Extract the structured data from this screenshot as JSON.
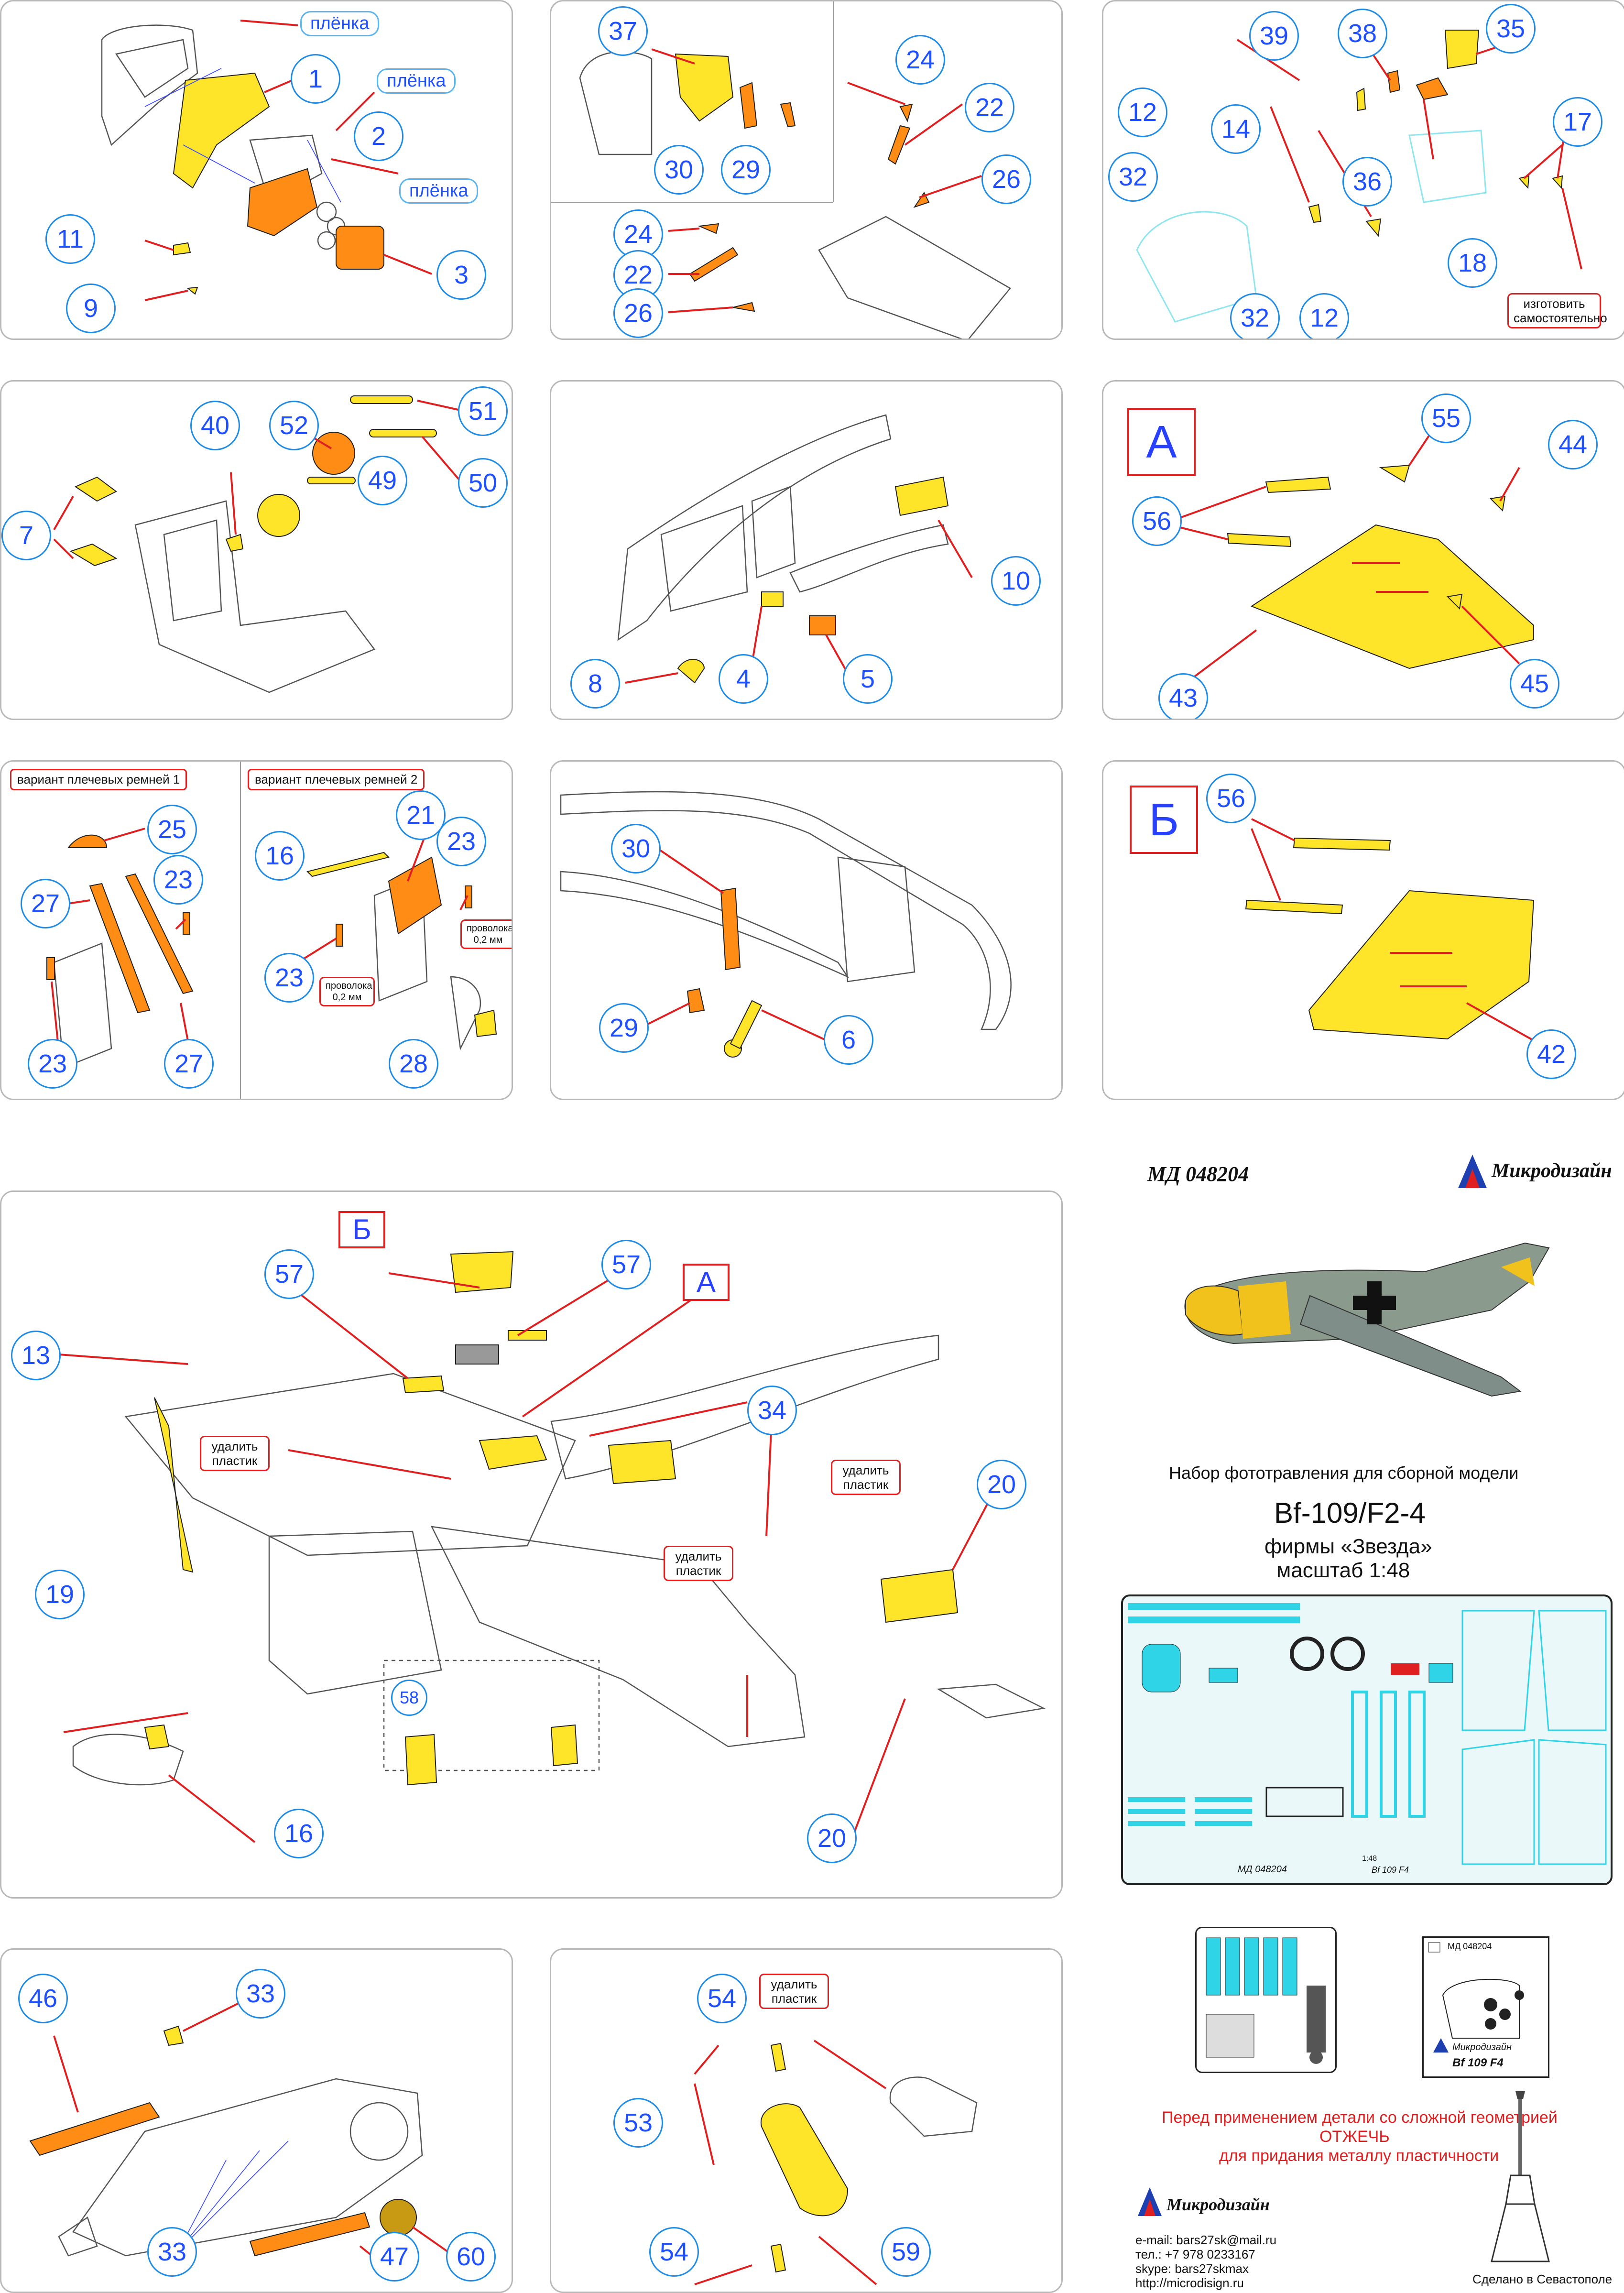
{
  "film_label": "плёнка",
  "remove_plastic": "удалить пластик",
  "self_made": "изготовить самостоятельно",
  "wire": "проволока 0,2 мм",
  "variant1": "вариант плечевых ремней 1",
  "variant2": "вариант плечевых ремней 2",
  "letter_a": "A",
  "letter_b": "Б",
  "panel1": {
    "nums": [
      "1",
      "2",
      "3",
      "9",
      "11"
    ]
  },
  "panel2": {
    "nums": [
      "37",
      "30",
      "29",
      "24",
      "22",
      "26",
      "24",
      "22",
      "26"
    ]
  },
  "panel3": {
    "nums": [
      "39",
      "38",
      "35",
      "12",
      "14",
      "17",
      "32",
      "36",
      "18",
      "32",
      "12"
    ]
  },
  "panel4": {
    "nums": [
      "40",
      "52",
      "51",
      "50",
      "49",
      "7"
    ]
  },
  "panel5": {
    "nums": [
      "10",
      "8",
      "4",
      "5"
    ]
  },
  "panel6": {
    "nums": [
      "55",
      "44",
      "56",
      "45",
      "43"
    ]
  },
  "panel7": {
    "nums": [
      "25",
      "27",
      "23",
      "23",
      "27",
      "21",
      "16",
      "23",
      "23",
      "28"
    ]
  },
  "panel8": {
    "nums": [
      "30",
      "29",
      "6"
    ]
  },
  "panel9": {
    "nums": [
      "56",
      "42"
    ]
  },
  "panel10": {
    "nums": [
      "57",
      "57",
      "13",
      "34",
      "20",
      "19",
      "16",
      "20",
      "58"
    ]
  },
  "panel11": {
    "nums": [
      "46",
      "33",
      "33",
      "47",
      "60"
    ]
  },
  "panel12": {
    "nums": [
      "54",
      "53",
      "54",
      "59"
    ]
  },
  "info": {
    "code": "МД 048204",
    "brand": "Микродизайн",
    "desc": "Набор фототравления для сборной модели",
    "model": "Bf-109/F2-4",
    "maker": "фирмы «Звезда»",
    "scale": "масштаб 1:48",
    "warning_1": "Перед применением детали со сложной геометрией",
    "warning_2": "ОТЖЕЧЬ",
    "warning_3": "для придания металлу пластичности",
    "email": "e-mail: bars27sk@mail.ru",
    "phone": "тел.: +7 978 0233167",
    "skype": "skype: bars27skmax",
    "site": "http://microdisign.ru",
    "made_in": "Сделано в Севастополе",
    "fret_code": "МД 048204",
    "fret_model": "Bf 109 F4",
    "fret_scale": "1:48"
  },
  "colors": {
    "yellow": "#ffe52a",
    "orange": "#ff8c14",
    "cyan": "#8fe6ee",
    "number_blue": "#1e50ff",
    "leader_red": "#e02020"
  }
}
